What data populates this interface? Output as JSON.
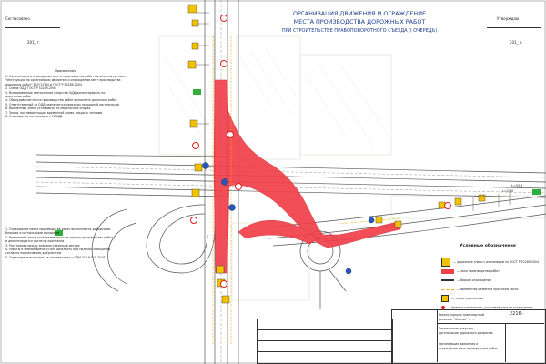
{
  "title": {
    "line1": "ОРГАНИЗАЦИЯ ДВИЖЕНИЯ И ОГРАЖДЕНИЕ",
    "line2": "МЕСТА ПРОИЗВОДСТВА ДОРОЖНЫХ РАБОТ",
    "line3": "ПРИ СТРОИТЕЛЬСТВЕ ПРАВОПОВОРОТНОГО СЪЕЗДА (I ОЧЕРЕДЬ)"
  },
  "corner_labels": {
    "left_top": "Согласовано",
    "right_top": "Утверждаю",
    "left_year": "201_ г.",
    "right_year": "201_ г."
  },
  "notes": {
    "heading": "Примечания",
    "lines": [
      "1. Организация и ограждение места производства работ выполнены согласно",
      "   \"Инструкции по организации движения и ограждению мест производства",
      "   дорожных работ\" ВСН 37-84 и ГОСТ Р 52289-2004",
      "2. Схема ОДД ГОСТ Р 52289-2004",
      "3. Все временные технические средства ОДД демонтировать по",
      "   окончании работ",
      "4. Оборудование места производства работ выполнить до начала работ",
      "5. Ответственный за ОДД назначается приказом подрядной организации",
      "6. Временные знаки установить на переносных опорах",
      "7. Знаки, противоречащие временной схеме, закрыть чехлами",
      "8. Ограждение согласовать с ГИБДД"
    ]
  },
  "notes_lower": {
    "lines": [
      "1. Ограждение места производства работ выполняется дорожными",
      "   блоками и сигнальными фонарями",
      "2. Временные знаки устанавливаются на период производства работ",
      "   и демонтируются после их окончания",
      "3. Расстояния между знаками указаны в метрах",
      "4. Работы в темное время суток выполнять при наличии освещения",
      "   согласно нормативным документам",
      "5. Ограждение выполнять в соответствии с ОДМ 218.6.019-2016"
    ]
  },
  "legend": {
    "title": "Условные обозначения",
    "items": [
      {
        "label": "— дорожные знаки с их номером по ГОСТ Р 52289-2004"
      },
      {
        "label": "— зона производства работ"
      },
      {
        "label": "— барьер ограждения"
      },
      {
        "label": "— временная разметка проезжей части"
      },
      {
        "label": "— знаки переносные"
      },
      {
        "label": "— фонари сигнальные, установленные на ограждении"
      }
    ]
  },
  "stamp": {
    "sheet_code": "2216-",
    "desc_line1": "Реконструкция транспортной",
    "desc_line2": "развязки \"Южная\" — ...",
    "desc_line3": "Технические средства",
    "desc_line4": "организации дорожного движения",
    "desc_line5": "Организация движения и",
    "desc_line6": "ограждение мест производства работ"
  },
  "km_labels": [
    "L=53,3",
    "L=23,0",
    "L=3,0"
  ],
  "colors": {
    "work_zone": "#f0404a",
    "road_line": "#555555",
    "title_text": "#1b3d8f",
    "sign_yellow": "#f2c200",
    "sign_green": "#2fae3e",
    "sign_blue": "#2258c4"
  }
}
